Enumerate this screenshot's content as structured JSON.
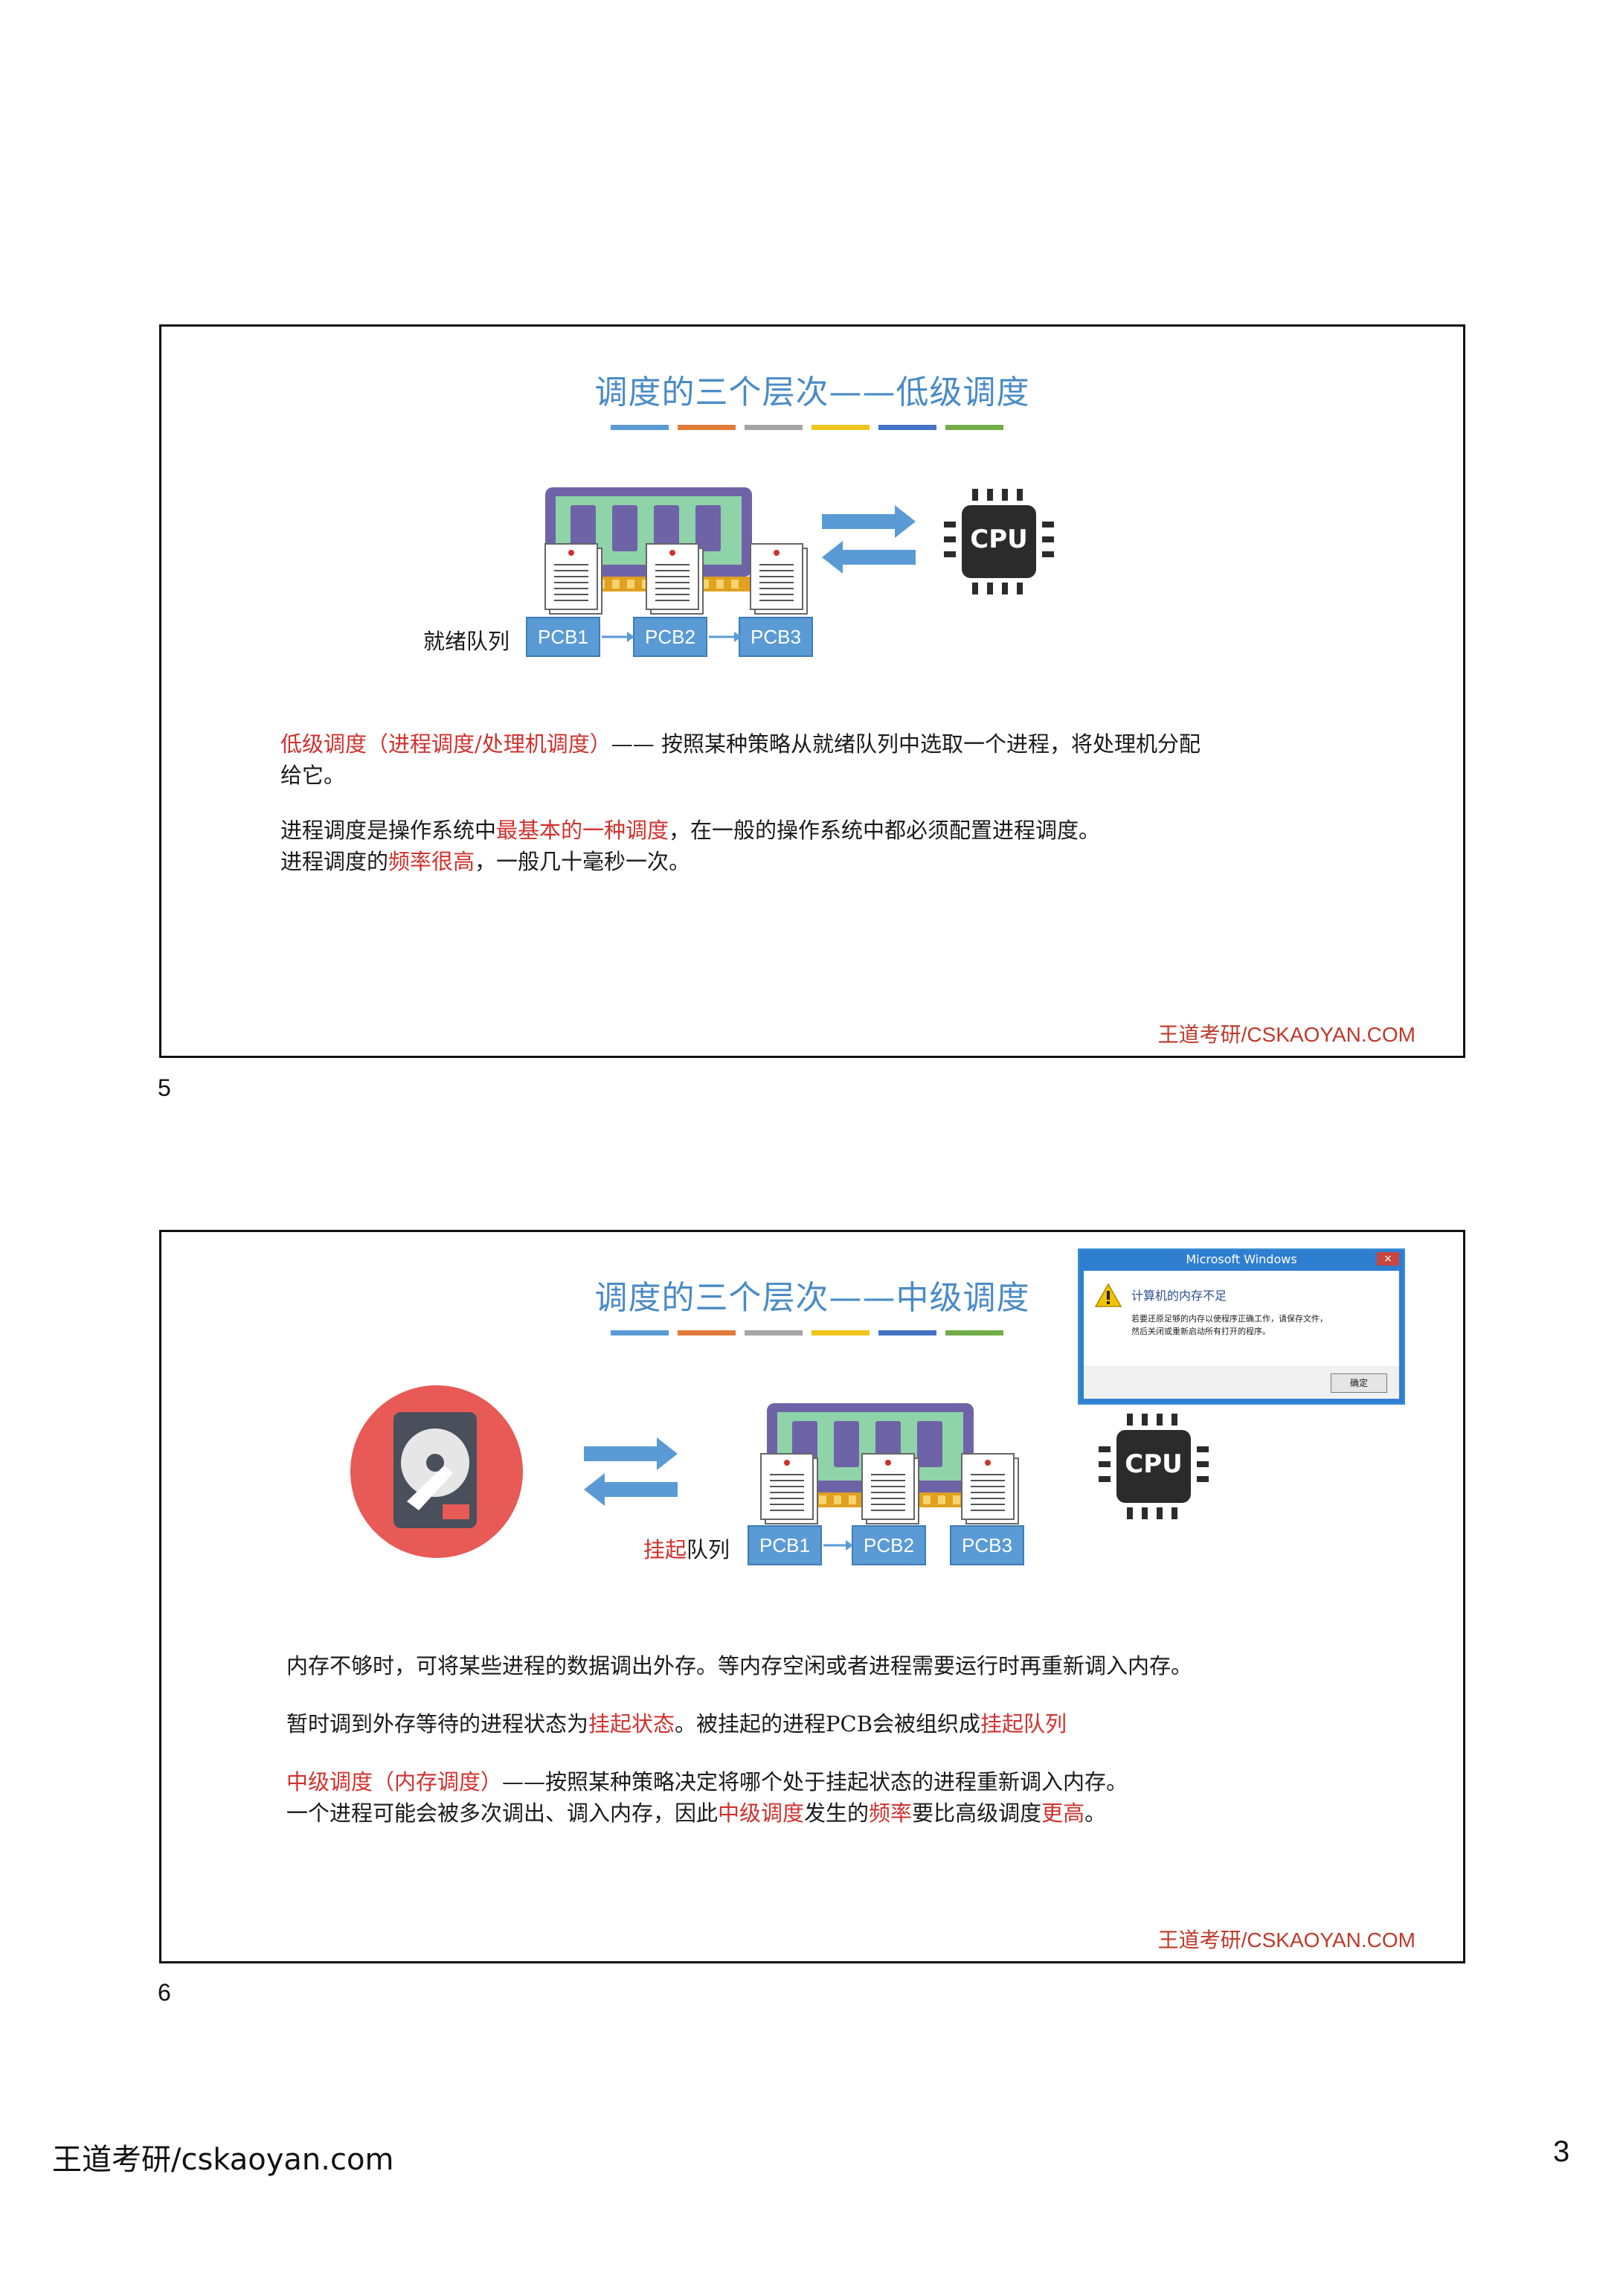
{
  "slide1": {
    "number": "5",
    "title": "调度的三个层次——低级调度",
    "queue_label": "就绪队列",
    "pcbs": [
      "PCB1",
      "PCB2",
      "PCB3"
    ],
    "cpu_label": "CPU",
    "brand": "王道考研/CSKAOYAN.COM",
    "def_red": "低级调度（进程调度/处理机调度）",
    "def_rest": "—— 按照某种策略从就绪队列中选取一个进程，将处理机分配",
    "def_line2": "给它。",
    "p2_a": "进程调度是操作系统中",
    "p2_red": "最基本的一种调度",
    "p2_b": "，在一般的操作系统中都必须配置进程调度。",
    "p3_a": "进程调度的",
    "p3_red": "频率很高",
    "p3_b": "，一般几十毫秒一次。"
  },
  "slide2": {
    "number": "6",
    "title": "调度的三个层次——中级调度",
    "queue_label_red": "挂起",
    "queue_label_rest": "队列",
    "pcbs": [
      "PCB1",
      "PCB2",
      "PCB3"
    ],
    "cpu_label": "CPU",
    "brand": "王道考研/CSKAOYAN.COM",
    "dialog": {
      "title": "Microsoft Windows",
      "close": "×",
      "heading": "计算机的内存不足",
      "message_line1": "若要还原足够的内存以使程序正确工作，请保存文件，",
      "message_line2": "然后关闭或重新启动所有打开的程序。",
      "ok_label": "确定"
    },
    "p1": "内存不够时，可将某些进程的数据调出外存。等内存空闲或者进程需要运行时再重新调入内存。",
    "p2_a": "暂时调到外存等待的进程状态为",
    "p2_red1": "挂起状态",
    "p2_b": "。被挂起的进程PCB会被组织成",
    "p2_red2": "挂起队列",
    "p3_red": "中级调度（内存调度）",
    "p3_rest": "——按照某种策略决定将哪个处于挂起状态的进程重新调入内存。",
    "p4_a": "一个进程可能会被多次调出、调入内存，因此",
    "p4_red1": "中级调度",
    "p4_b": "发生的",
    "p4_red2": "频率",
    "p4_c": "要比高级调度",
    "p4_red3": "更高",
    "p4_d": "。"
  },
  "footer": {
    "left_a": "王道考",
    "left_b": "研/cskaoyan.com",
    "page": "3"
  },
  "colors": {
    "title_blue": "#4a8bc6",
    "accent_red": "#d0312d",
    "bar": [
      "#5b9bd5",
      "#e07b39",
      "#a5a5a5",
      "#f0c419",
      "#4472c4",
      "#70ad47"
    ]
  }
}
